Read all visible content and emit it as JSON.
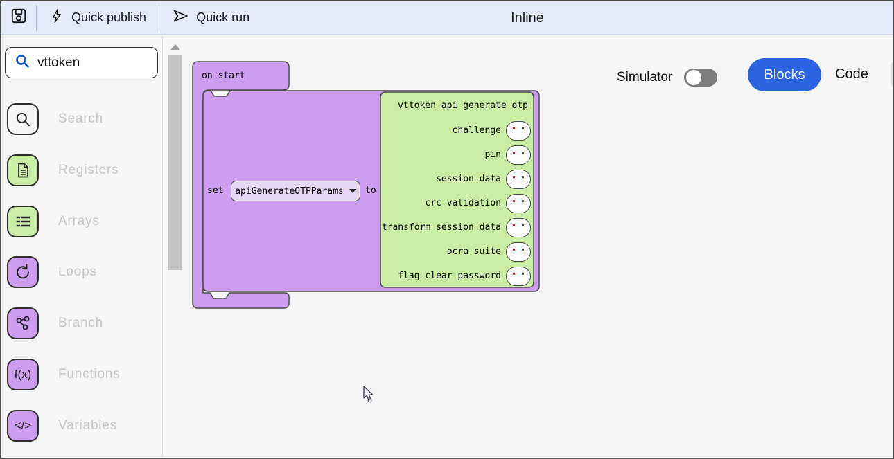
{
  "window": {
    "title": "Inline"
  },
  "toolbar": {
    "quick_publish": "Quick publish",
    "quick_run": "Quick run"
  },
  "sidebar": {
    "search_value": "vttoken",
    "categories": [
      {
        "label": "Search"
      },
      {
        "label": "Registers"
      },
      {
        "label": "Arrays"
      },
      {
        "label": "Loops"
      },
      {
        "label": "Branch"
      },
      {
        "label": "Functions",
        "icon_text": "f(x)"
      },
      {
        "label": "Variables",
        "icon_text": "</>"
      }
    ]
  },
  "controls": {
    "simulator_label": "Simulator",
    "simulator_state": "off",
    "blocks_label": "Blocks",
    "code_label": "Code"
  },
  "blocks": {
    "on_start_label": "on start",
    "set_label": "set",
    "variable_name": "apiGenerateOTPParams",
    "to_label": "to",
    "api_block": {
      "title": "vttoken api generate otp",
      "params": [
        {
          "label": "challenge",
          "value": "\" \""
        },
        {
          "label": "pin",
          "value": "\" \""
        },
        {
          "label": "session data",
          "value": "\" \""
        },
        {
          "label": "crc validation",
          "value": "\" \""
        },
        {
          "label": "transform session data",
          "value": "\" \""
        },
        {
          "label": "ocra suite",
          "value": "\" \""
        },
        {
          "label": "flag clear password",
          "value": "\" \""
        }
      ]
    }
  },
  "colors": {
    "block_purple": "#cd9df0",
    "block_green": "#cbeca4",
    "accent_blue": "#2b63e0",
    "toolbar_bg": "#e5eaf8",
    "value_text_red": "#a31515"
  }
}
